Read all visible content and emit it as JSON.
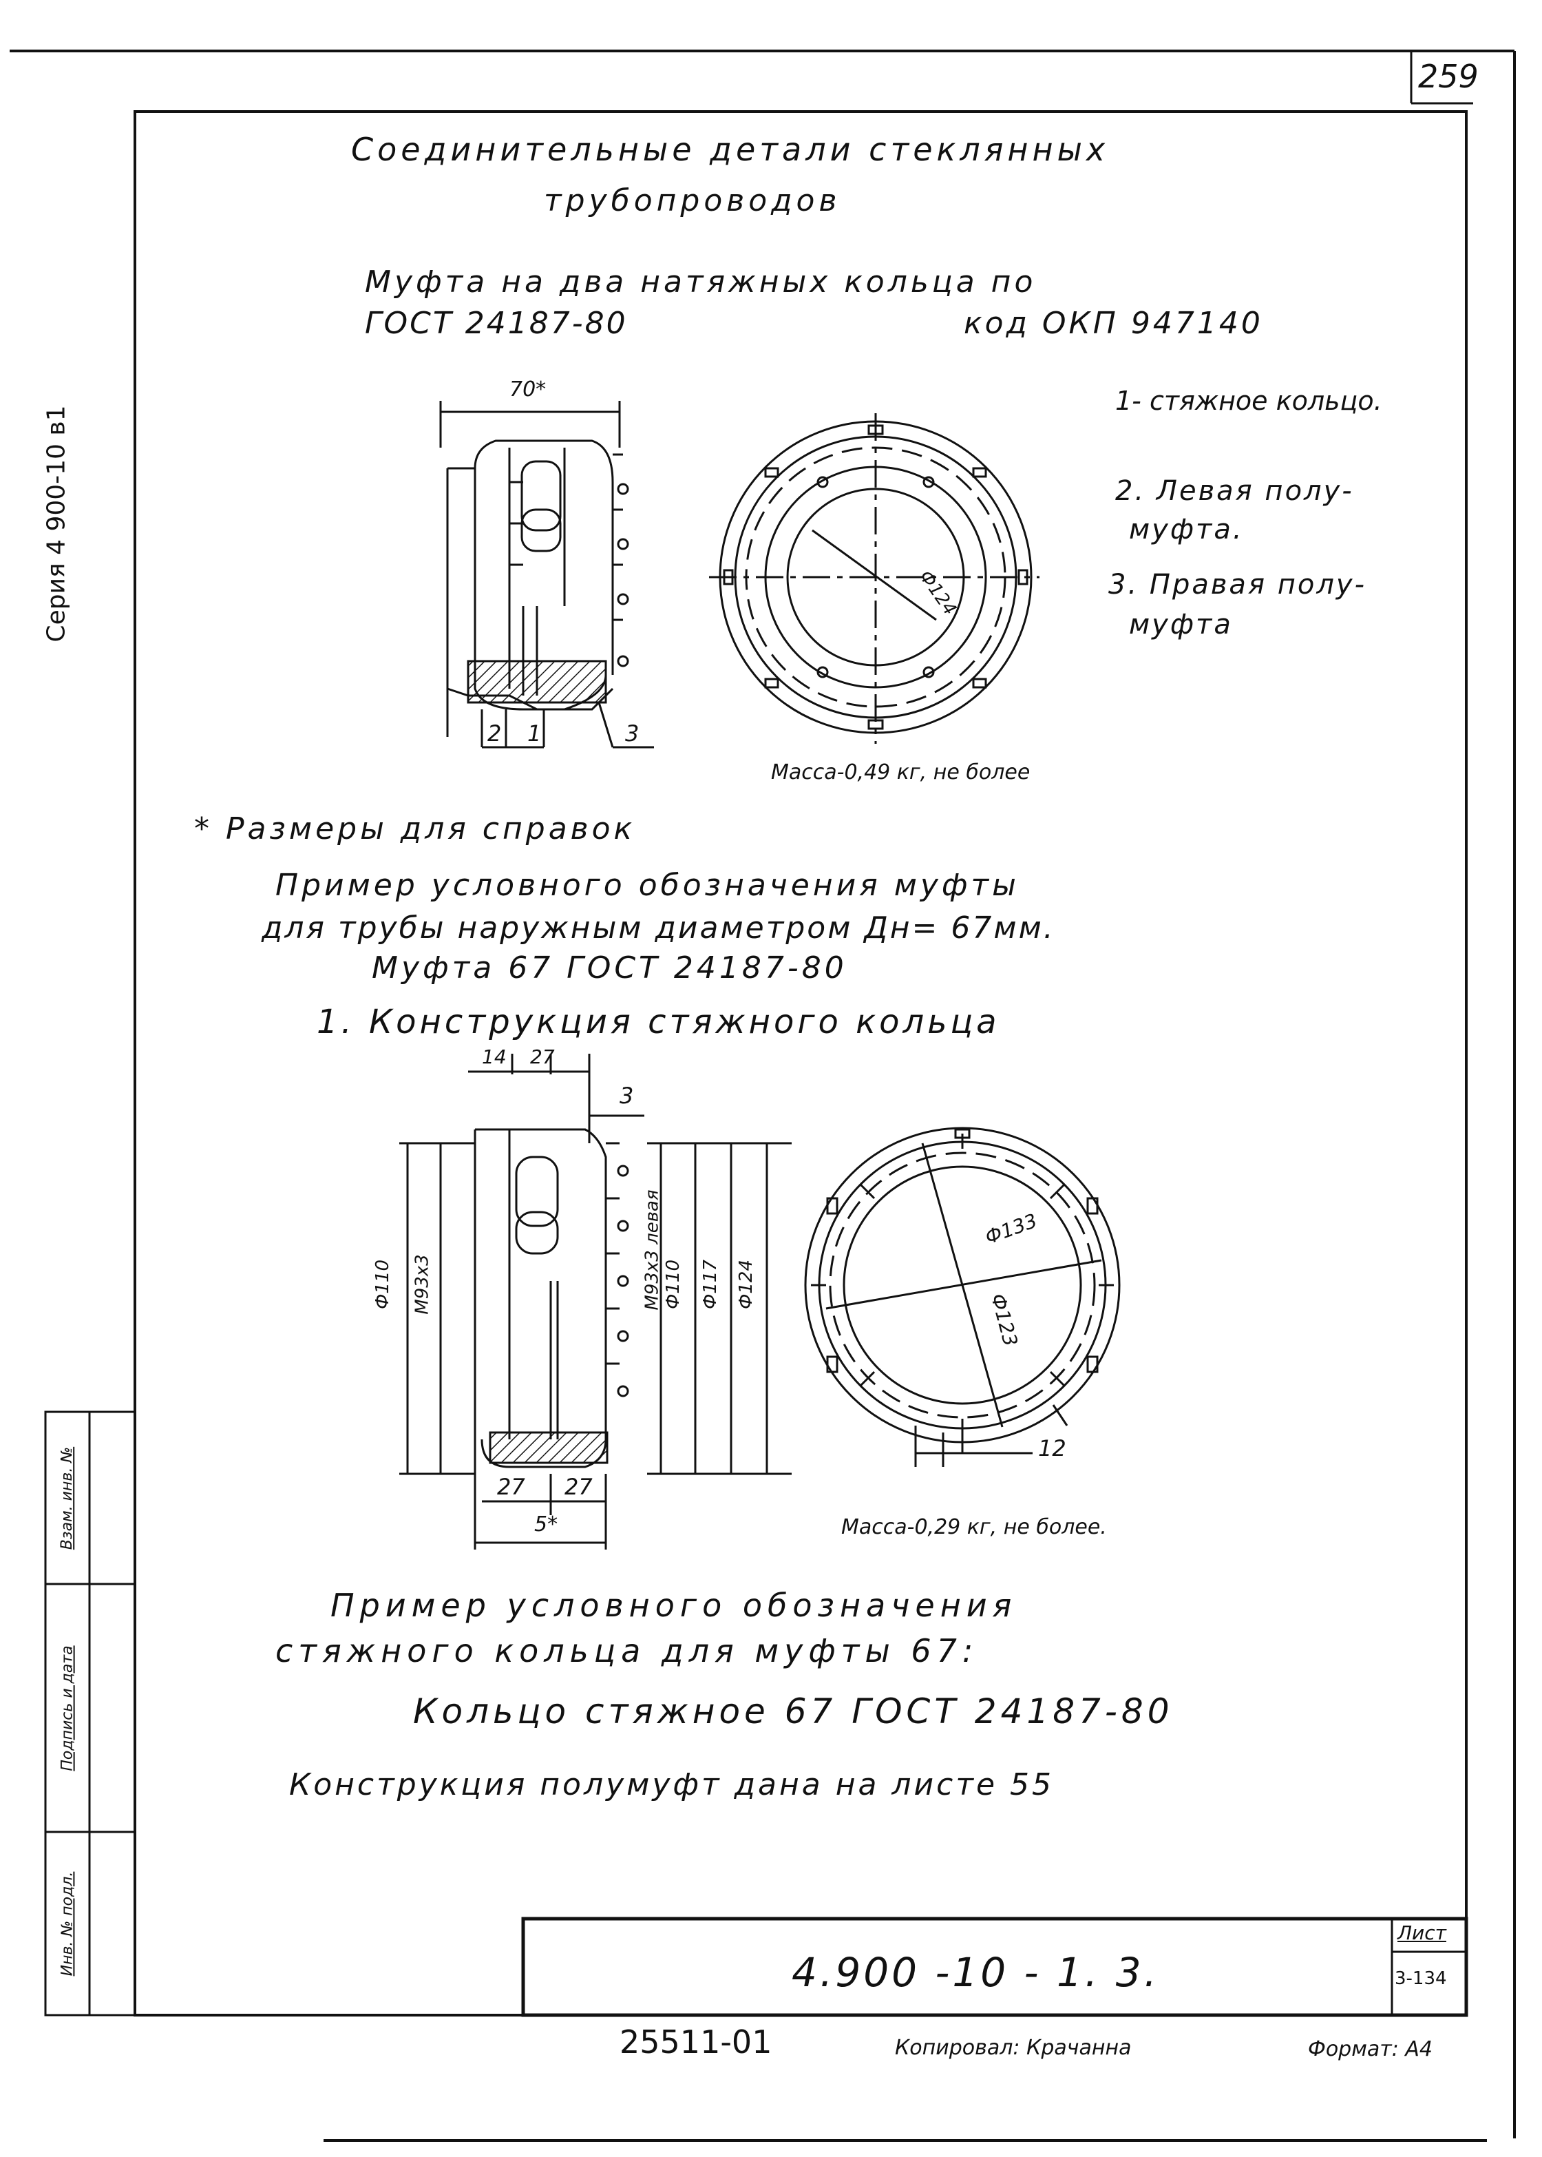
{
  "page_number": "259",
  "series_label": "Серия 4 900-10 в1",
  "title": {
    "line1": "Соединительные детали стеклянных",
    "line2": "трубопроводов"
  },
  "subtitle": {
    "line1": "Муфта на два натяжных кольца по",
    "line2_left": "ГОСТ 24187-80",
    "line2_right": "код ОКП 947140"
  },
  "legend": [
    {
      "line1": "1- стяжное кольцо.",
      "line2": ""
    },
    {
      "line1": "2. Левая полу-",
      "line2": "муфта."
    },
    {
      "line1": "3. Правая полу-",
      "line2": "муфта"
    }
  ],
  "top_drawing": {
    "width_dim": "70*",
    "diameter": "Ф124",
    "callouts": [
      "2",
      "1",
      "3"
    ],
    "mass": "Масса-0,49 кг, не более"
  },
  "reference_note": "* Размеры для справок",
  "example1": {
    "line1": "Пример условного обозначения муфты",
    "line2": "для трубы наружным диаметром Дн= 67мм.",
    "line3": "Муфта 67 ГОСТ 24187-80"
  },
  "section1_title": "1. Конструкция стяжного кольца",
  "ring_drawing": {
    "dims_top": [
      "14",
      "27"
    ],
    "dim_3": "3",
    "dims_left": [
      "Ф110",
      "М93х3"
    ],
    "dims_right": [
      "М93х3 левая",
      "Ф110",
      "Ф117",
      "Ф124"
    ],
    "dims_bottom": [
      "27",
      "27"
    ],
    "dim_overall": "5*",
    "circle_dims": [
      "Ф133",
      "Ф123"
    ],
    "dim_12": "12",
    "mass": "Масса-0,29 кг, не более."
  },
  "example2": {
    "line1": "Пример условного обозначения",
    "line2": "стяжного кольца для муфты 67:",
    "line3": "Кольцо стяжное 67 ГОСТ 24187-80"
  },
  "note": "Конструкция полумуфт дана на листе 55",
  "side_stamp": [
    "Инв. № подл.",
    "Подпись и дата",
    "Взам. инв. №"
  ],
  "title_block": {
    "code": "4.900 -10 - 1. 3.",
    "sheet_label": "Лист",
    "sheet_value": "3-134"
  },
  "footer": {
    "number": "25511-01",
    "copied": "Копировал: Крачанна",
    "format": "Формат: А4"
  }
}
